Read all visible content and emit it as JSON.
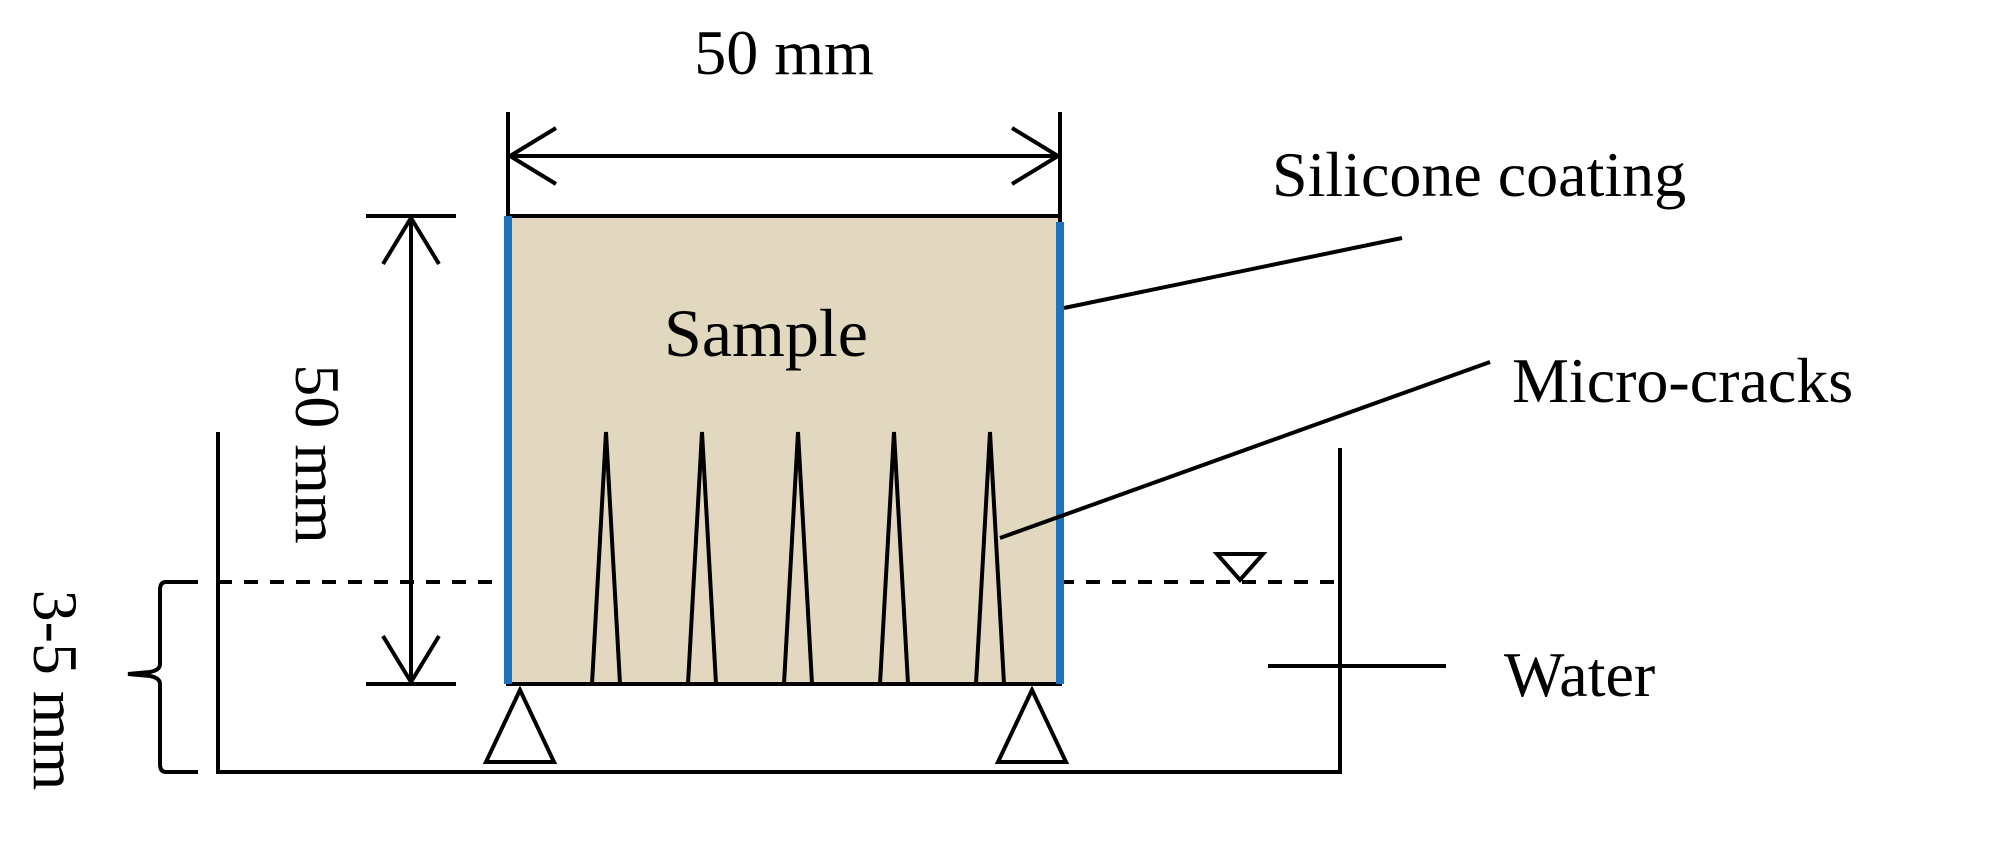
{
  "labels": {
    "width_dim": "50 mm",
    "height_dim": "50 mm",
    "immersion_depth": "3-5 mm",
    "sample": "Sample",
    "coating": "Silicone coating",
    "cracks": "Micro-cracks",
    "water": "Water"
  },
  "colors": {
    "sample_fill": "#e1d8bf",
    "coating": "#1e73be",
    "line": "#000000"
  },
  "crack_count": 5
}
